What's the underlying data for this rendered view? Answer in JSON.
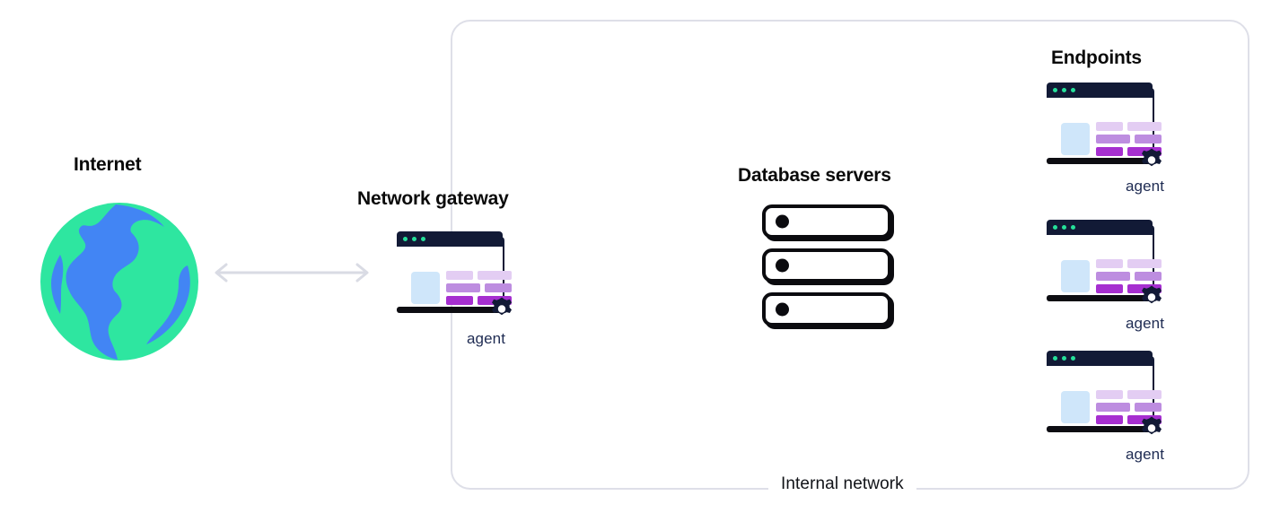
{
  "diagram": {
    "title_internet": "Internet",
    "title_gateway": "Network gateway",
    "title_database": "Database servers",
    "title_endpoints": "Endpoints",
    "boundary_label": "Internal network",
    "agent_label": "agent",
    "icons": {
      "globe": "globe-icon",
      "arrow": "bidirectional-arrow-icon",
      "gear": "gear-icon",
      "browser_window": "browser-window-icon",
      "server": "server-unit-icon"
    },
    "colors": {
      "globe_water": "#2ee6a0",
      "globe_land": "#4285f4",
      "window_titlebar": "#121a36",
      "window_dot": "#25e09a",
      "tile_blue": "#cfe6fa",
      "bar_light": "#e3cdf3",
      "bar_medium": "#bd8de0",
      "bar_dark": "#a62fd0",
      "agent_text": "#1e2b52",
      "boundary_border": "#dedfe8",
      "arrow_line": "#d9dbe4",
      "server_outline": "#0b0b0f",
      "title_text": "#0a0a0a"
    },
    "endpoints": [
      {
        "agent_label": "agent"
      },
      {
        "agent_label": "agent"
      },
      {
        "agent_label": "agent"
      }
    ],
    "database_servers": [
      {
        "status_led": "on"
      },
      {
        "status_led": "on"
      },
      {
        "status_led": "on"
      }
    ]
  }
}
